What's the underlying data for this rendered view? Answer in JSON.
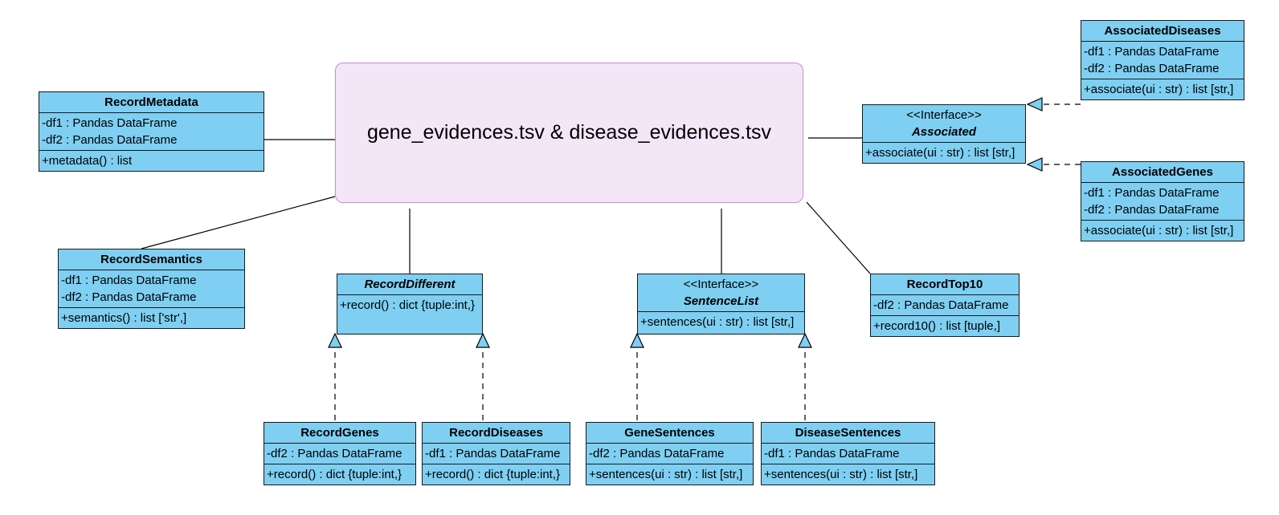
{
  "hub": {
    "label": "gene_evidences.tsv & disease_evidences.tsv"
  },
  "classes": {
    "record_metadata": {
      "name": "RecordMetadata",
      "attrs": [
        "-df1 : Pandas DataFrame",
        "-df2 : Pandas DataFrame"
      ],
      "ops": [
        "+metadata() : list"
      ]
    },
    "record_semantics": {
      "name": "RecordSemantics",
      "attrs": [
        "-df1 : Pandas DataFrame",
        "-df2 : Pandas DataFrame"
      ],
      "ops": [
        "+semantics() : list ['str',]"
      ]
    },
    "record_different": {
      "name": "RecordDifferent",
      "ops": [
        "+record() : dict {tuple:int,}"
      ]
    },
    "sentence_list": {
      "stereotype": "<<Interface>>",
      "name": "SentenceList",
      "ops": [
        "+sentences(ui : str) : list [str,]"
      ]
    },
    "record_top10": {
      "name": "RecordTop10",
      "attrs": [
        "-df2 : Pandas DataFrame"
      ],
      "ops": [
        "+record10() : list [tuple,]"
      ]
    },
    "associated": {
      "stereotype": "<<Interface>>",
      "name": "Associated",
      "ops": [
        "+associate(ui : str) : list [str,]"
      ]
    },
    "associated_diseases": {
      "name": "AssociatedDiseases",
      "attrs": [
        "-df1 : Pandas DataFrame",
        "-df2 : Pandas DataFrame"
      ],
      "ops": [
        "+associate(ui : str) : list [str,]"
      ]
    },
    "associated_genes": {
      "name": "AssociatedGenes",
      "attrs": [
        "-df1 : Pandas DataFrame",
        "-df2 : Pandas DataFrame"
      ],
      "ops": [
        "+associate(ui : str) : list [str,]"
      ]
    },
    "record_genes": {
      "name": "RecordGenes",
      "attrs": [
        "-df2 : Pandas DataFrame"
      ],
      "ops": [
        "+record() : dict {tuple:int,}"
      ]
    },
    "record_diseases": {
      "name": "RecordDiseases",
      "attrs": [
        "-df1 : Pandas DataFrame"
      ],
      "ops": [
        "+record() : dict {tuple:int,}"
      ]
    },
    "gene_sentences": {
      "name": "GeneSentences",
      "attrs": [
        "-df2 : Pandas DataFrame"
      ],
      "ops": [
        "+sentences(ui : str) : list [str,]"
      ]
    },
    "disease_sentences": {
      "name": "DiseaseSentences",
      "attrs": [
        "-df1 : Pandas DataFrame"
      ],
      "ops": [
        "+sentences(ui : str) : list [str,]"
      ]
    }
  },
  "colors": {
    "class_fill": "#7ecff2",
    "hub_fill": "#f3e6f7",
    "hub_border": "#c98ad6",
    "line": "#000000"
  }
}
